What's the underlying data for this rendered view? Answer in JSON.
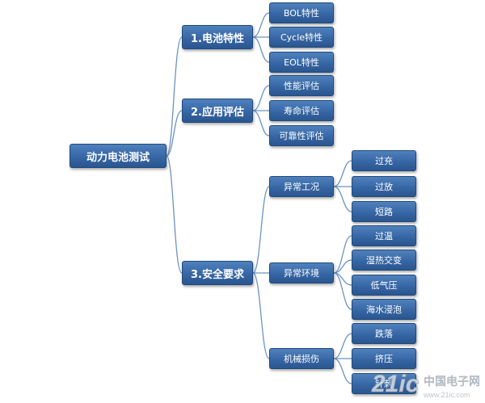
{
  "root": "动力电池测试",
  "branches": [
    {
      "label": "1.电池特性",
      "children": [
        "BOL特性",
        "Cycle特性",
        "EOL特性"
      ]
    },
    {
      "label": "2.应用评估",
      "children": [
        "性能评估",
        "寿命评估",
        "可靠性评估"
      ]
    },
    {
      "label": "3.安全要求",
      "groups": [
        {
          "label": "异常工况",
          "children": [
            "过充",
            "过放",
            "短路"
          ]
        },
        {
          "label": "异常环境",
          "children": [
            "过温",
            "湿热交变",
            "低气压",
            "海水浸泡"
          ]
        },
        {
          "label": "机械损伤",
          "children": [
            "跌落",
            "挤压",
            "针刺"
          ]
        }
      ]
    }
  ],
  "watermark": {
    "brand": "21ic",
    "site_cn": "中国电子网",
    "url": "www.21ic.com"
  },
  "colors": {
    "node_fill": "#3c6ca8",
    "node_border": "#1f4a7c",
    "link": "#6a93c3"
  }
}
